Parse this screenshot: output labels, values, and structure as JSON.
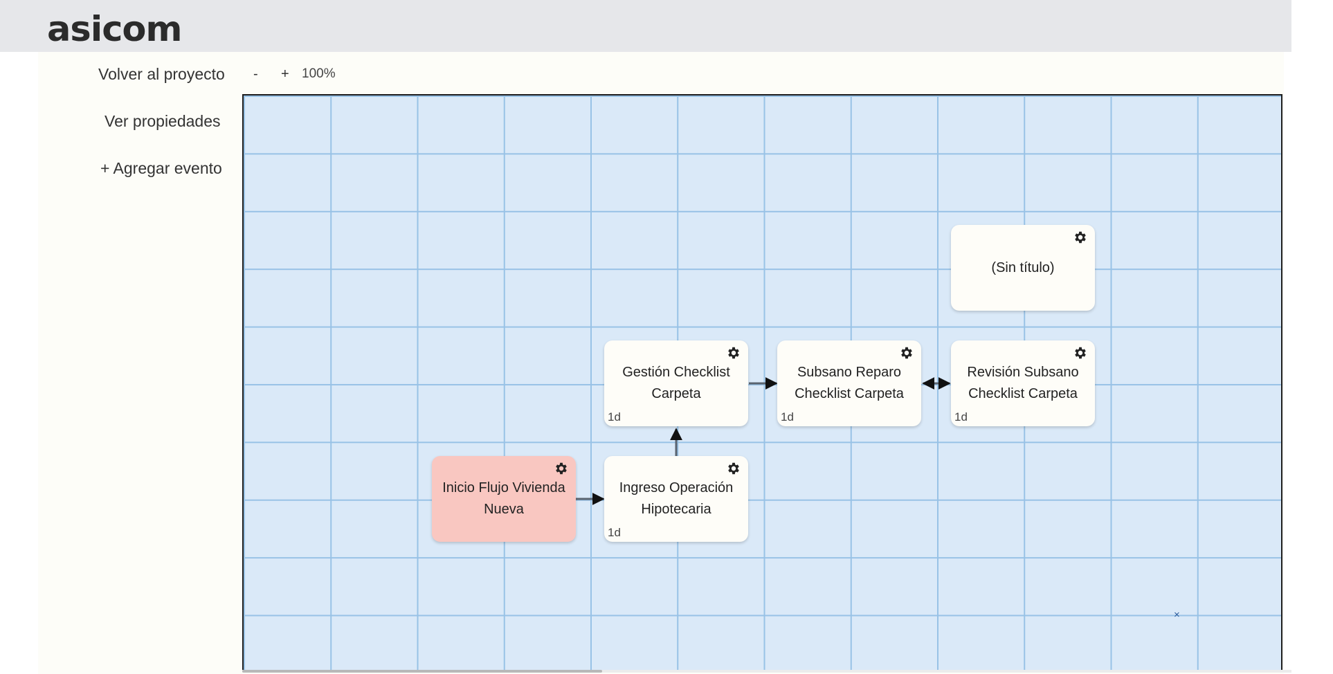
{
  "header": {
    "logo_text": "asicom"
  },
  "sidebar": {
    "back_label": "Volver al proyecto",
    "properties_label": "Ver propiedades",
    "add_event_label": "+ Agregar evento"
  },
  "zoom": {
    "minus_label": "-",
    "plus_label": "+",
    "level": "100%"
  },
  "nodes": [
    {
      "title": "Inicio Flujo Vivienda Nueva",
      "duration": "",
      "variant": "start"
    },
    {
      "title": "Ingreso Operación Hipotecaria",
      "duration": "1d"
    },
    {
      "title": "Gestión Checklist Carpeta",
      "duration": "1d"
    },
    {
      "title": "Subsano Reparo Checklist Carpeta",
      "duration": "1d"
    },
    {
      "title": "Revisión Subsano Checklist Carpeta",
      "duration": "1d"
    },
    {
      "title": "(Sin título)",
      "duration": ""
    }
  ],
  "canvas": {
    "close_symbol": "×"
  },
  "colors": {
    "canvas_bg": "#dae9f8",
    "grid_line": "#98c2e6",
    "start_node": "#f9c7c1",
    "node_bg": "#fefdf8",
    "header_bg": "#e6e7ea"
  }
}
